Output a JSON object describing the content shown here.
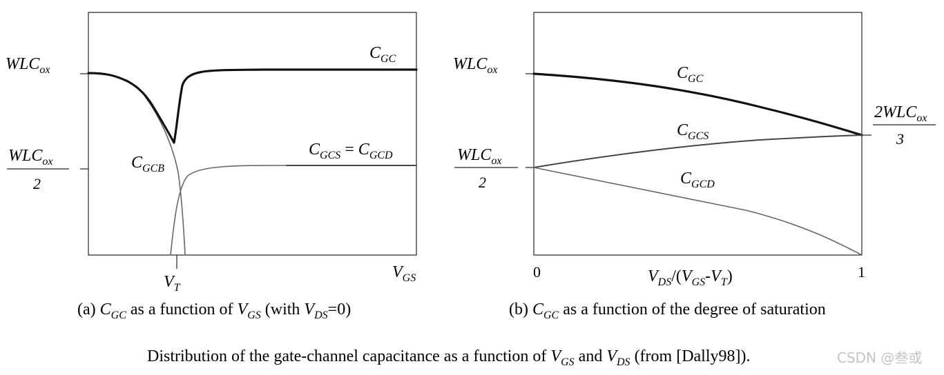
{
  "panel_a": {
    "label_wlcox": {
      "base": "WLC",
      "sub": "ox"
    },
    "label_half": {
      "num_base": "WLC",
      "num_sub": "ox",
      "den": "2"
    },
    "label_cgc": {
      "base": "C",
      "sub": "GC"
    },
    "label_cgcs_cgcd": {
      "base1": "C",
      "sub1": "GCS",
      "eq": " = ",
      "base2": "C",
      "sub2": "GCD"
    },
    "label_cgcb": {
      "base": "C",
      "sub": "GCB"
    },
    "label_vt": {
      "base": "V",
      "sub": "T"
    },
    "label_vgs": {
      "base": "V",
      "sub": "GS"
    },
    "caption": {
      "p1": "(a) ",
      "c_base": "C",
      "c_sub": "GC",
      "p2": " as a function of ",
      "v_base": "V",
      "v_sub": "GS",
      "p3": " (with ",
      "vds_base": "V",
      "vds_sub": "DS",
      "p4": "=0)"
    }
  },
  "panel_b": {
    "label_wlcox": {
      "base": "WLC",
      "sub": "ox"
    },
    "label_half": {
      "num_base": "WLC",
      "num_sub": "ox",
      "den": "2"
    },
    "label_two_thirds": {
      "num_base": "2WLC",
      "num_sub": "ox",
      "den": "3"
    },
    "label_cgc": {
      "base": "C",
      "sub": "GC"
    },
    "label_cgcs": {
      "base": "C",
      "sub": "GCS"
    },
    "label_cgcd": {
      "base": "C",
      "sub": "GCD"
    },
    "tick_0": "0",
    "tick_1": "1",
    "xlabel": {
      "v1_base": "V",
      "v1_sub": "DS",
      "open": "/(",
      "v2_base": "V",
      "v2_sub": "GS",
      "dash": "-",
      "v3_base": "V",
      "v3_sub": "T",
      "close": ")"
    },
    "caption": {
      "p1": "(b) ",
      "c_base": "C",
      "c_sub": "GC",
      "p2": " as a function of the degree of saturation"
    }
  },
  "figure_caption": {
    "p1": "Distribution of the gate-channel capacitance as a function of ",
    "v1_base": "V",
    "v1_sub": "GS",
    "p2": " and ",
    "v2_base": "V",
    "v2_sub": "DS",
    "p3": " (from [Dally98])."
  },
  "watermark": "CSDN @叁或",
  "colors": {
    "thick_curve": "#111111",
    "thin_curve": "#666666",
    "watermark": "#c4c4c4"
  }
}
